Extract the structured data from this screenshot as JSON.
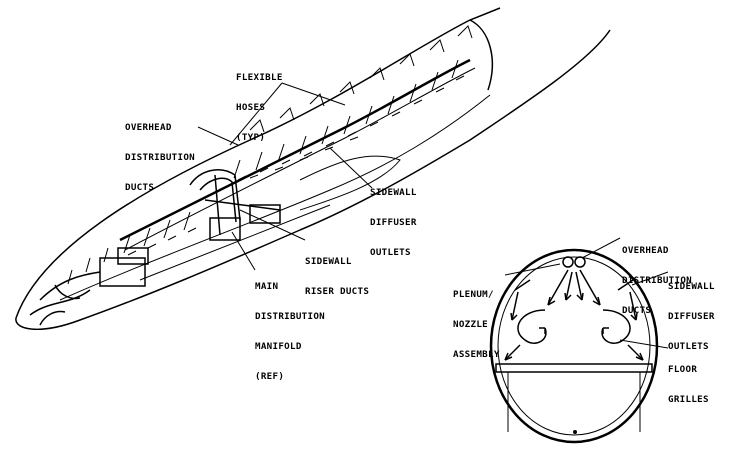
{
  "fuselage_labels": {
    "flexible_hoses": [
      "FLEXIBLE",
      "HOSES",
      "(TYP)"
    ],
    "overhead_distribution": [
      "OVERHEAD",
      "DISTRIBUTION",
      "DUCTS"
    ],
    "sidewall_diffuser": [
      "SIDEWALL",
      "DIFFUSER",
      "OUTLETS"
    ],
    "sidewall_riser": [
      "SIDEWALL",
      "RISER DUCTS"
    ],
    "main_distribution": [
      "MAIN",
      "DISTRIBUTION",
      "MANIFOLD",
      "(REF)"
    ]
  },
  "section_labels": {
    "overhead_distribution": [
      "OVERHEAD",
      "DISTRIBUTION",
      "DUCTS"
    ],
    "sidewall_diffuser": [
      "SIDEWALL",
      "DIFFUSER",
      "OUTLETS"
    ],
    "plenum_nozzle": [
      "PLENUM/",
      "NOZZLE",
      "ASSEMBLY"
    ],
    "floor_grilles": [
      "FLOOR",
      "GRILLES"
    ]
  }
}
